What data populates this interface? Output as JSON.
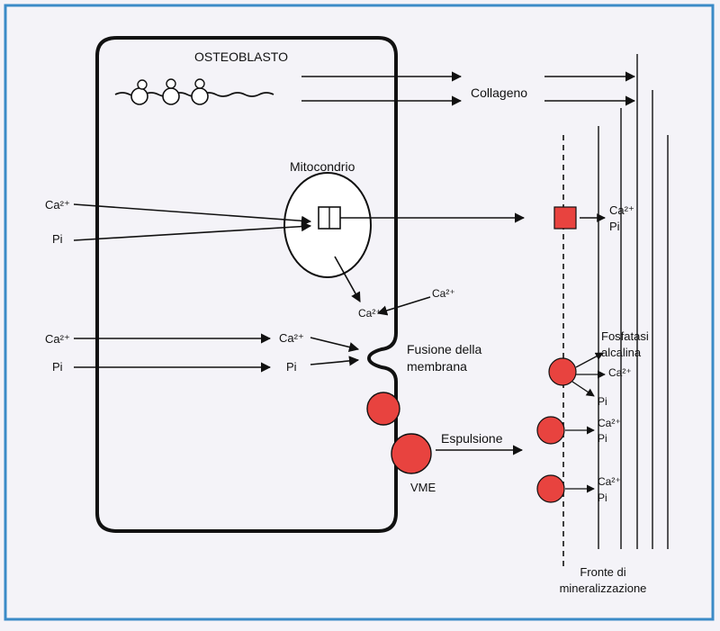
{
  "labels": {
    "osteoblast": "OSTEOBLASTO",
    "collagen": "Collageno",
    "mitochondrion": "Mitocondrio",
    "ca_in_1": "Ca²⁺",
    "pi_in_1": "Pi",
    "ca_in_2": "Ca²⁺",
    "pi_in_2": "Pi",
    "ca_mid": "Ca²⁺",
    "pi_mid": "Pi",
    "ca_mito_out": "Ca²⁺",
    "ca_membrane": "Ca²⁺",
    "membrane_fusion_l1": "Fusione della",
    "membrane_fusion_l2": "membrana",
    "expulsion": "Espulsione",
    "mv": "VME",
    "ca_square": "Ca²⁺",
    "pi_square": "Pi",
    "alk_phos_l1": "Fosfatasi",
    "alk_phos_l2": "alcalina",
    "ca_v1": "Ca²⁺",
    "pi_v1": "Pi",
    "ca_v2": "Ca²⁺",
    "pi_v2": "Pi",
    "ca_v3": "Ca²⁺",
    "pi_v3": "Pi",
    "front_l1": "Fronte di",
    "front_l2": "mineralizzazione"
  },
  "colors": {
    "vesicle_red": "#e8433f",
    "frame_border": "#3b8bc7",
    "background": "#f4f3f8",
    "ink": "#111111"
  }
}
